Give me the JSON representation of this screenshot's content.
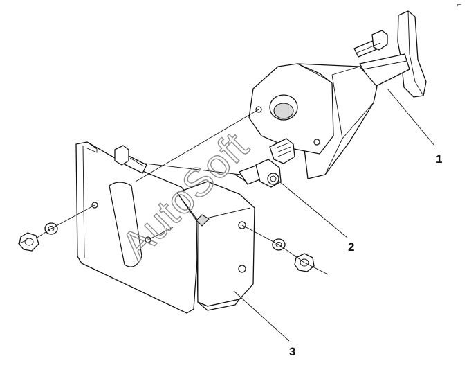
{
  "labels": {
    "part1": "1",
    "part2": "2",
    "part3": "3"
  },
  "watermark": "AutoSoft",
  "corner_mark": "⌐"
}
